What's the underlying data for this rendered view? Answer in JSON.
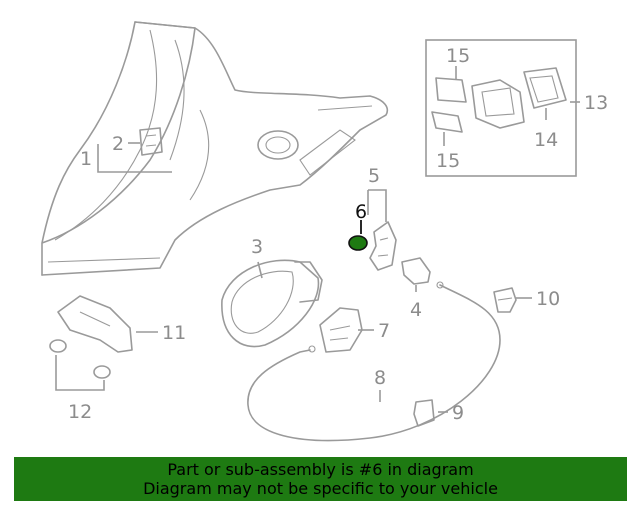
{
  "callouts": {
    "c1": "1",
    "c2": "2",
    "c3": "3",
    "c4": "4",
    "c5": "5",
    "c6": "6",
    "c7": "7",
    "c8": "8",
    "c9": "9",
    "c10": "10",
    "c11": "11",
    "c12": "12",
    "c13": "13",
    "c14": "14",
    "c15a": "15",
    "c15b": "15"
  },
  "highlight": {
    "part": "6",
    "color": "#1e7a12"
  },
  "banner": {
    "line1": "Part or sub-assembly is #6 in diagram",
    "line2": "Diagram may not be specific to your vehicle",
    "color": "#1e7a12"
  }
}
